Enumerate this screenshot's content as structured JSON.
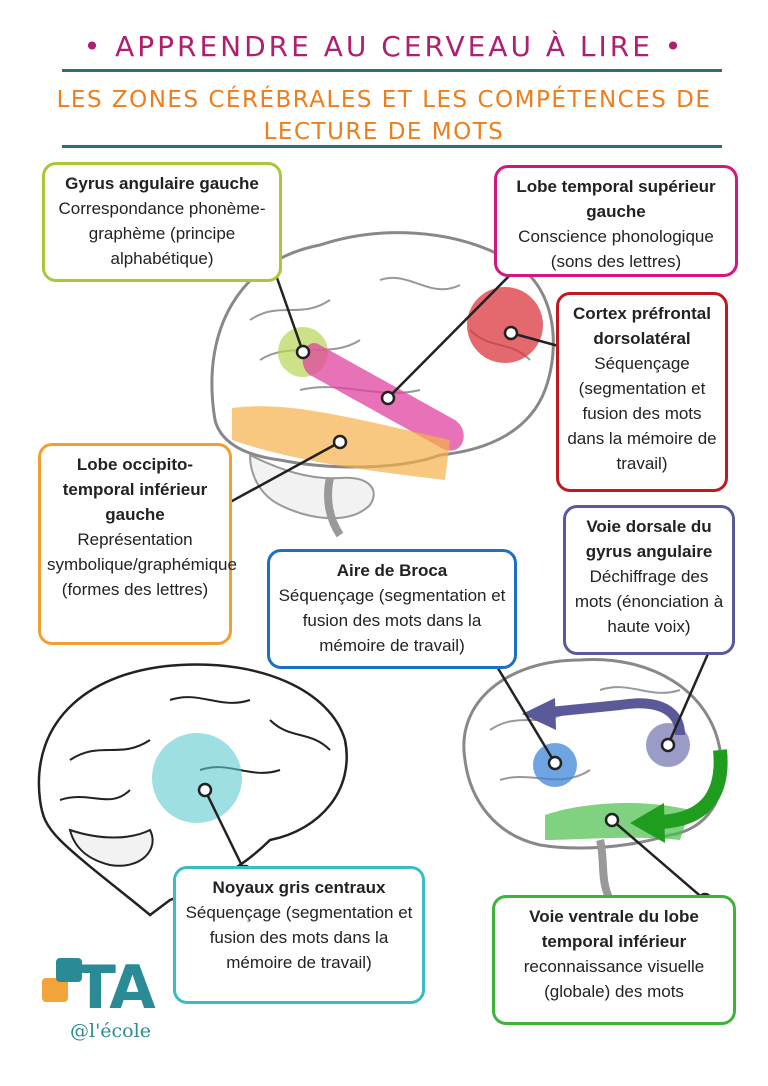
{
  "header": {
    "title": "• APPRENDRE AU CERVEAU À LIRE •",
    "subtitle": "LES ZONES CÉRÉBRALES ET LES COMPÉTENCES DE LECTURE DE MOTS"
  },
  "colors": {
    "title": "#b01e6e",
    "subtitle": "#ee7d1b",
    "rule": "#2c6f78",
    "gyrus": "#a6c83a",
    "temporal": "#d4177f",
    "prefrontal": "#c0191f",
    "occipito": "#f0a030",
    "broca": "#1d6fbf",
    "dorsal": "#5a5a9a",
    "noyaux": "#3bbcc4",
    "ventral": "#3db33a"
  },
  "boxes": {
    "gyrus": {
      "title": "Gyrus angulaire gauche",
      "text": "Correspondance phonème-graphème (principe alphabétique)"
    },
    "temporal": {
      "title": "Lobe temporal supérieur gauche",
      "text": "Conscience phonologique (sons des lettres)"
    },
    "prefrontal": {
      "title": "Cortex préfrontal dorsolatéral",
      "text": "Séquençage (segmentation et fusion des mots dans la mémoire de travail)"
    },
    "occipito": {
      "title": "Lobe occipito-temporal inférieur gauche",
      "text": "Représentation symbolique/graphémique (formes des lettres)"
    },
    "broca": {
      "title": "Aire de Broca",
      "text": "Séquençage (segmentation et fusion des mots dans la mémoire de travail)"
    },
    "dorsal": {
      "title": "Voie dorsale du gyrus angulaire",
      "text": "Déchiffrage des mots (énonciation à haute voix)"
    },
    "noyaux": {
      "title": "Noyaux gris centraux",
      "text": "Séquençage (segmentation et fusion des mots dans la mémoire de travail)"
    },
    "ventral": {
      "title": "Voie ventrale du lobe temporal inférieur",
      "text": "reconnaissance visuelle (globale) des mots"
    }
  },
  "logo": {
    "mark": "TA",
    "sub": "@l'école"
  }
}
